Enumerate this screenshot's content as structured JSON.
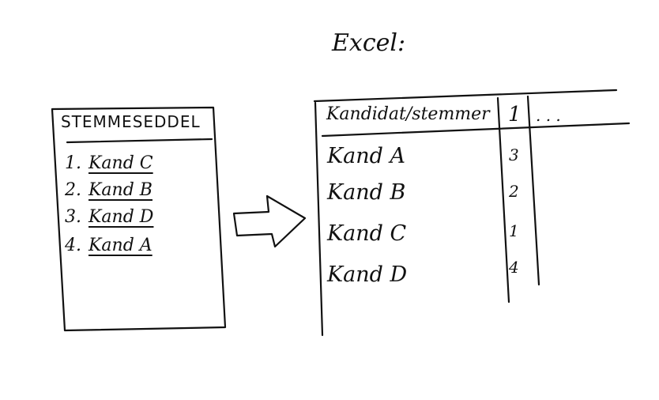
{
  "title": "Excel:",
  "ballot": {
    "heading": "STEMMESEDDEL",
    "items": [
      {
        "rank": "1.",
        "candidate": "Kand C"
      },
      {
        "rank": "2.",
        "candidate": "Kand B"
      },
      {
        "rank": "3.",
        "candidate": "Kand D"
      },
      {
        "rank": "4.",
        "candidate": "Kand A"
      }
    ]
  },
  "arrow": {
    "direction": "right",
    "icon": "right-arrow-icon"
  },
  "sheet": {
    "header": {
      "candidate_col": "Kandidat/stemmer",
      "round_col": "1",
      "more": ". . ."
    },
    "rows": [
      {
        "candidate": "Kand A",
        "value": "3"
      },
      {
        "candidate": "Kand B",
        "value": "2"
      },
      {
        "candidate": "Kand C",
        "value": "1"
      },
      {
        "candidate": "Kand D",
        "value": "4"
      }
    ]
  },
  "colors": {
    "ink": "#111111",
    "paper": "#ffffff"
  }
}
